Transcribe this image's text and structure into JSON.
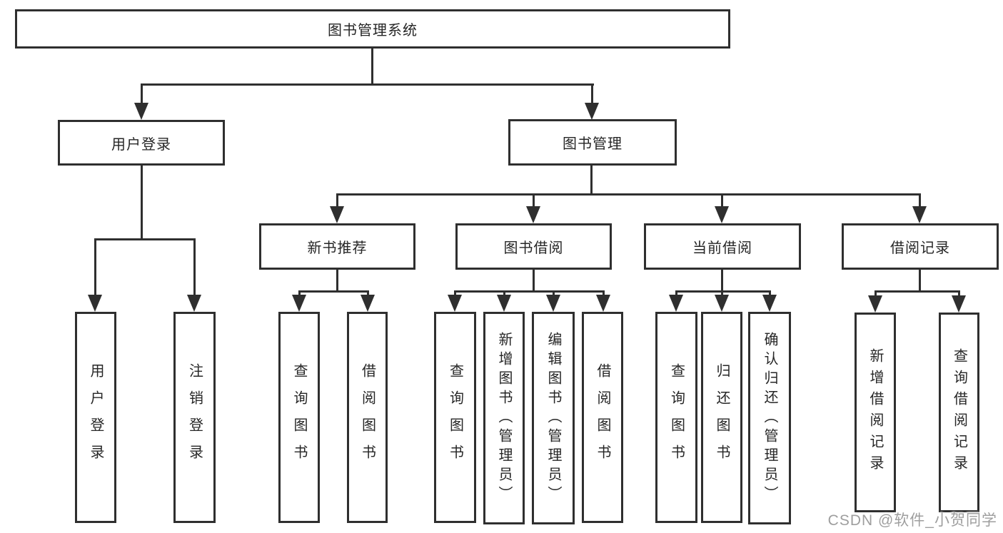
{
  "diagram": {
    "root": {
      "label": "图书管理系统"
    },
    "level1": [
      {
        "id": "user-login",
        "label": "用户登录"
      },
      {
        "id": "book-management",
        "label": "图书管理"
      }
    ],
    "level2": [
      {
        "id": "new-book-recommend",
        "label": "新书推荐"
      },
      {
        "id": "book-borrow",
        "label": "图书借阅"
      },
      {
        "id": "current-borrow",
        "label": "当前借阅"
      },
      {
        "id": "borrow-records",
        "label": "借阅记录"
      }
    ],
    "leaves": [
      {
        "parent": "user-login",
        "label": "用户登录"
      },
      {
        "parent": "user-login",
        "label": "注销登录"
      },
      {
        "parent": "new-book-recommend",
        "label": "查询图书"
      },
      {
        "parent": "new-book-recommend",
        "label": "借阅图书"
      },
      {
        "parent": "book-borrow",
        "label": "查询图书"
      },
      {
        "parent": "book-borrow",
        "label": "新增图书（管理员）"
      },
      {
        "parent": "book-borrow",
        "label": "编辑图书（管理员）"
      },
      {
        "parent": "book-borrow",
        "label": "借阅图书"
      },
      {
        "parent": "current-borrow",
        "label": "查询图书"
      },
      {
        "parent": "current-borrow",
        "label": "归还图书"
      },
      {
        "parent": "current-borrow",
        "label": "确认归还（管理员）"
      },
      {
        "parent": "borrow-records",
        "label": "新增借阅记录"
      },
      {
        "parent": "borrow-records",
        "label": "查询借阅记录"
      }
    ]
  },
  "watermark": {
    "text": "CSDN @软件_小贺同学"
  },
  "colors": {
    "line": "#2f2f2f",
    "background": "#ffffff",
    "watermark": "#9e9e9e"
  }
}
